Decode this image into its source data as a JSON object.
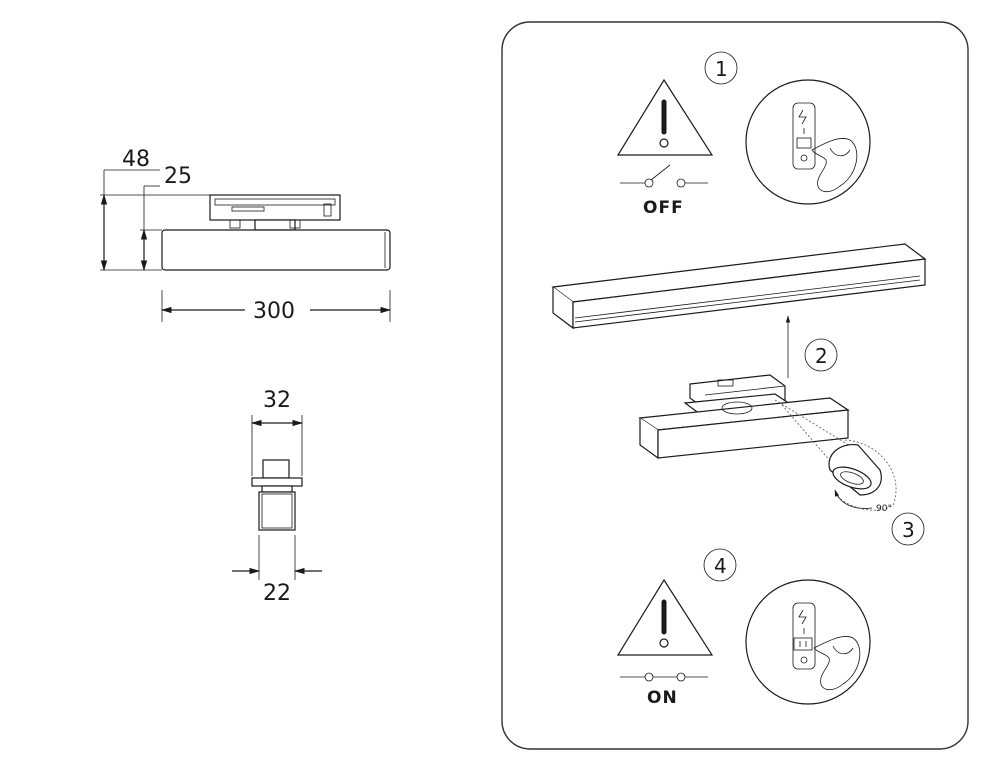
{
  "dimensions": {
    "height_total": "48",
    "height_body": "25",
    "length": "300",
    "width_adapter": "32",
    "width_body": "22"
  },
  "steps": {
    "s1": "1",
    "s2": "2",
    "s3": "3",
    "s4": "4"
  },
  "switch_states": {
    "off": "OFF",
    "on": "ON"
  },
  "rotation_angle": "90°",
  "colors": {
    "line": "#1a1a1a",
    "panel_border": "#333333",
    "background": "#ffffff"
  },
  "icons": [
    "warning-triangle-icon",
    "switch-hand-icon",
    "arrow-up-icon",
    "rotation-arc-icon"
  ]
}
